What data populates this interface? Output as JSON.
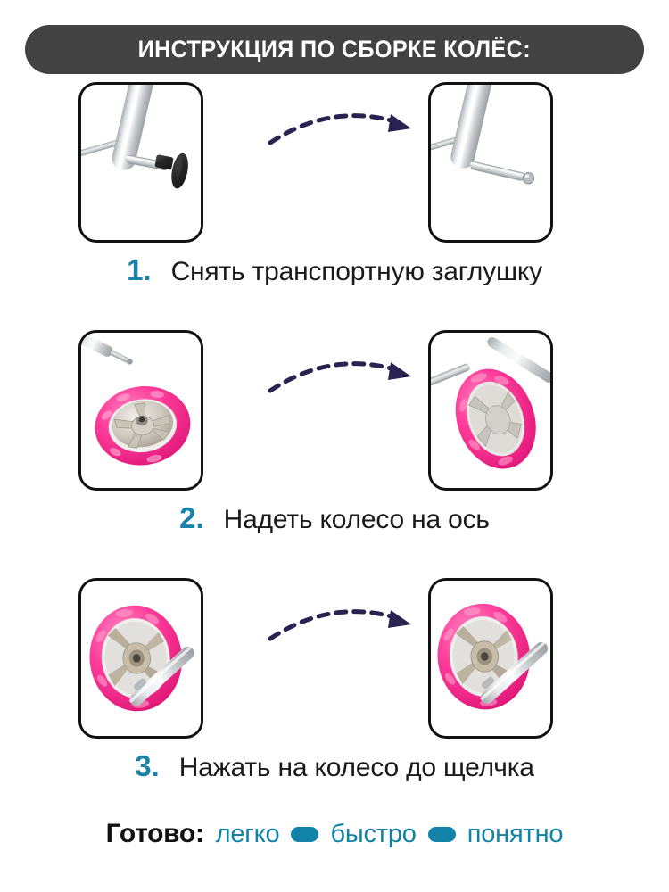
{
  "header": {
    "title": "ИНСТРУКЦИЯ ПО СБОРКЕ КОЛЁС:",
    "background_color": "#424242",
    "text_color": "#ffffff"
  },
  "accent_color": "#1883A8",
  "arrow_color": "#2A2250",
  "wheel_color": "#FF3399",
  "frame_color": "#C6C9CB",
  "steps": [
    {
      "number": "1.",
      "text": "Снять транспортную заглушку",
      "before_alt": "axle-with-black-transport-cap",
      "after_alt": "bare-axle-with-pin"
    },
    {
      "number": "2.",
      "text": "Надеть колесо на ось",
      "before_alt": "pink-wheel-and-axle-separate",
      "after_alt": "pink-wheel-placed-on-axle"
    },
    {
      "number": "3.",
      "text": "Нажать на колесо до щелчка",
      "before_alt": "wheel-pressed-onto-axle-rear-view",
      "after_alt": "wheel-clicked-into-place"
    }
  ],
  "footer": {
    "label": "Готово:",
    "words": [
      "легко",
      "быстро",
      "понятно"
    ],
    "dot_color": "#1283A8"
  }
}
